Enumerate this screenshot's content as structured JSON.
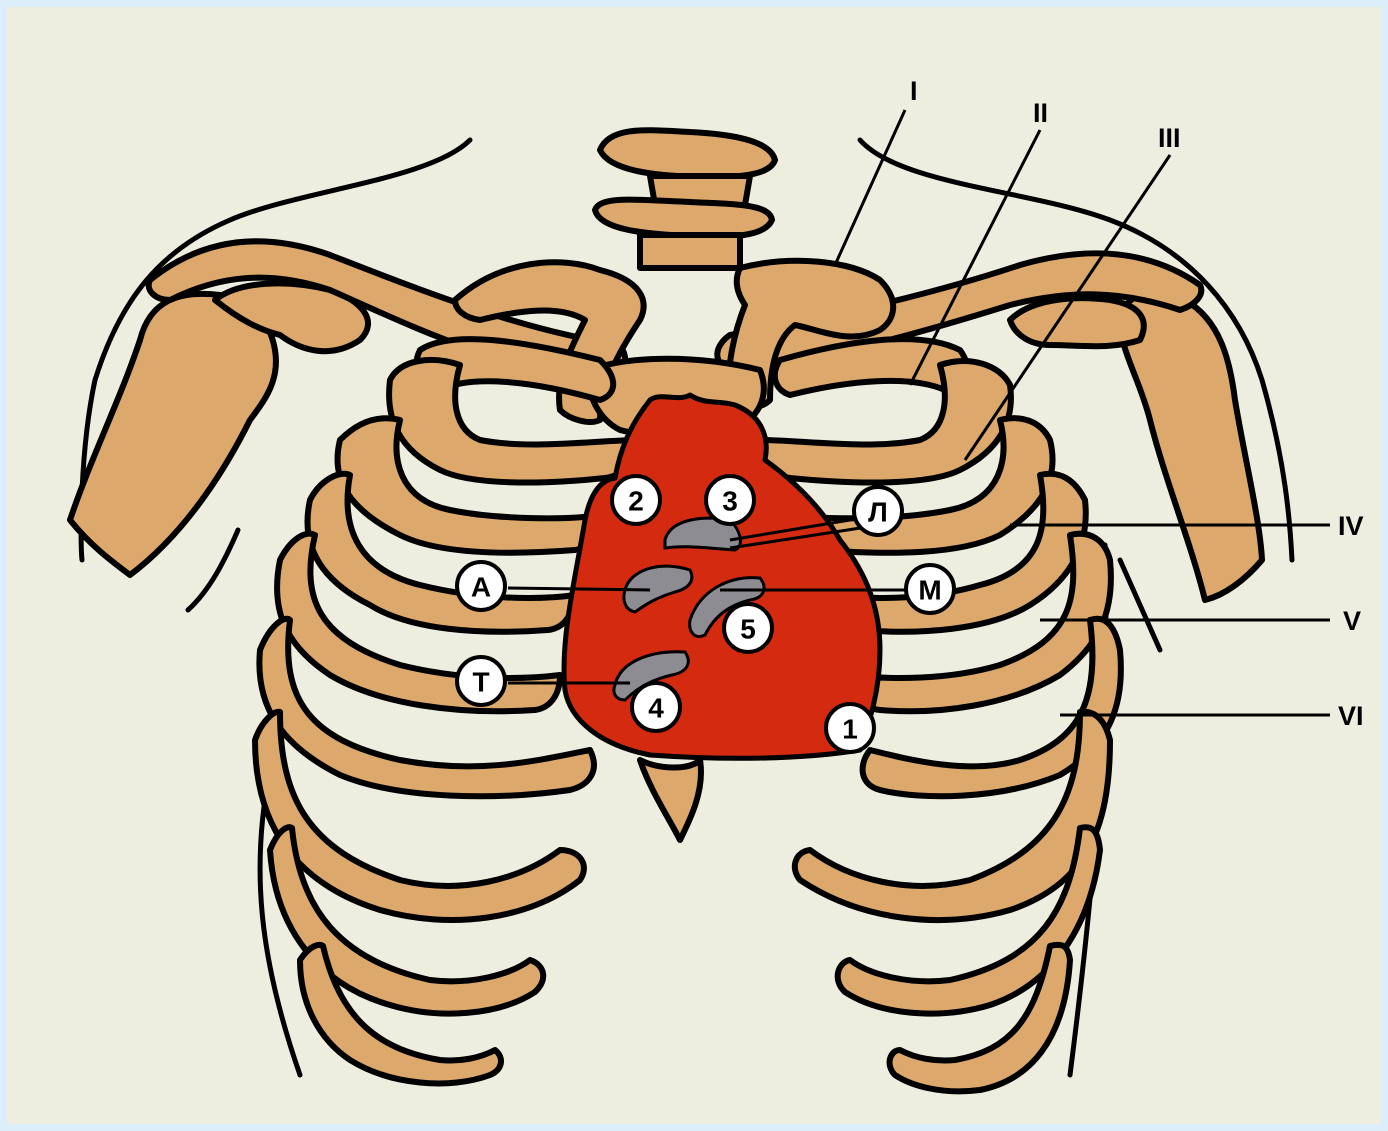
{
  "markers": [
    {
      "id": "m1",
      "label": "1"
    },
    {
      "id": "m2",
      "label": "2"
    },
    {
      "id": "m3",
      "label": "3"
    },
    {
      "id": "m4",
      "label": "4"
    },
    {
      "id": "m5",
      "label": "5"
    },
    {
      "id": "mL",
      "label": "Л"
    },
    {
      "id": "mA",
      "label": "А"
    },
    {
      "id": "mM",
      "label": "М"
    },
    {
      "id": "mT",
      "label": "Т"
    }
  ],
  "rib_labels": [
    "I",
    "II",
    "III",
    "IV",
    "V",
    "VI"
  ],
  "colors": {
    "background": "#eeeee0",
    "bone": "#dca86c",
    "heart": "#d42a10",
    "valve": "#8c8c92",
    "frame": "#dbeefa"
  }
}
